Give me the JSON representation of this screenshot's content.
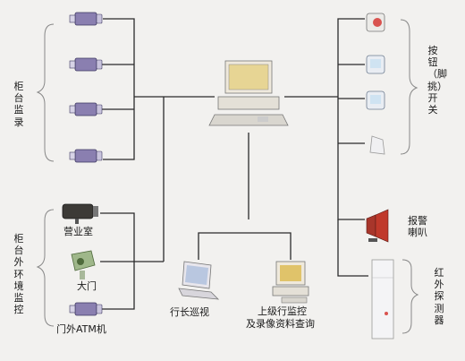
{
  "groups": {
    "counter_monitor": "柜台监录",
    "counter_env_monitor": "柜台外环境监控",
    "button_switch": "按钮（脚挑）开关",
    "infrared_detector": "红外探测器"
  },
  "labels": {
    "business_room": "营业室",
    "gate": "大门",
    "atm_outside": "门外ATM机",
    "alarm_horn": "报警喇叭",
    "president_patrol": "行长巡视",
    "superior_monitor_line1": "上级行监控",
    "superior_monitor_line2": "及录像资料查询"
  },
  "colors": {
    "line": "#2b2b2b",
    "camera_body": "#8a7fb0",
    "alarm": "#c0392b"
  },
  "icons": [
    "camera-icon",
    "dome-camera-icon",
    "computer-icon",
    "laptop-icon",
    "workstation-icon",
    "button-switch-icon",
    "alarm-horn-icon",
    "infrared-detector-icon"
  ]
}
